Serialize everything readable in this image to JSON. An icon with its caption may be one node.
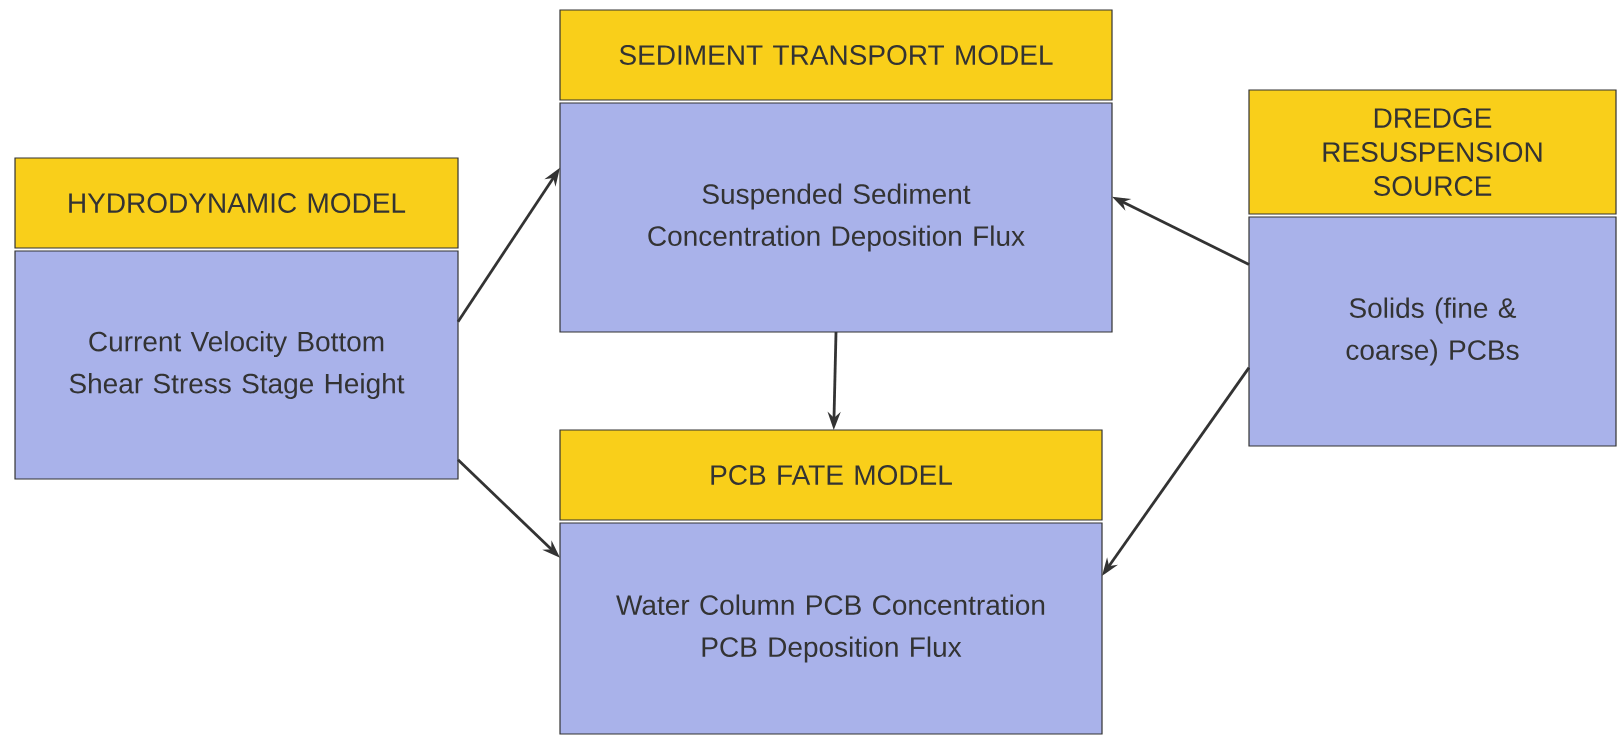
{
  "diagram": {
    "nodes": [
      {
        "text": [
          "HYDRODYNAMIC MODEL",
          "Current Velocity Bottom Shear Stress Stage Height"
        ]
      },
      {
        "text": [
          "SEDIMENT TRANSPORT MODEL",
          "Suspended Sediment Concentration Deposition Flux"
        ]
      },
      {
        "text": [
          "PCB FATE MODEL",
          "Water Column PCB Concentration PCB Deposition Flux"
        ]
      },
      {
        "text": [
          "DREDGE RESUSPENSION SOURCE",
          "Solids (fine & coarse) PCBs"
        ]
      }
    ],
    "edges": [
      {
        "from": 0,
        "to": 1,
        "arrow": "to"
      },
      {
        "from": 0,
        "to": 2,
        "arrow": "to"
      },
      {
        "from": 1,
        "to": 2,
        "arrow": "to"
      },
      {
        "from": 3,
        "to": 1,
        "arrow": "to"
      },
      {
        "from": 3,
        "to": 2,
        "arrow": "to"
      }
    ]
  }
}
